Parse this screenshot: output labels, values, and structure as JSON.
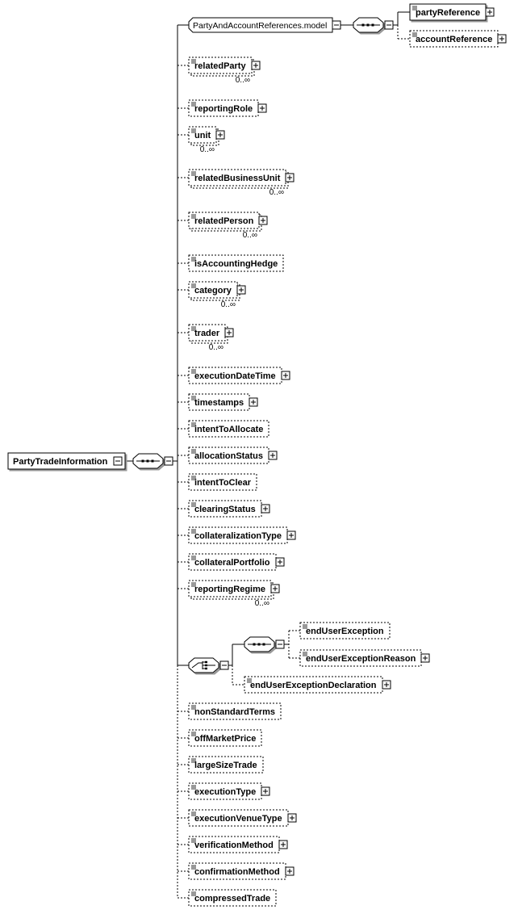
{
  "root": {
    "label": "PartyTradeInformation"
  },
  "model_group": {
    "label": "PartyAndAccountReferences.model"
  },
  "model_children": [
    {
      "label": "partyReference",
      "optional": false,
      "multi": false
    },
    {
      "label": "accountReference",
      "optional": true,
      "multi": false
    }
  ],
  "elements": [
    {
      "label": "relatedParty",
      "card": "0..∞"
    },
    {
      "label": "reportingRole",
      "card": ""
    },
    {
      "label": "unit",
      "card": "0..∞"
    },
    {
      "label": "relatedBusinessUnit",
      "card": "0..∞"
    },
    {
      "label": "relatedPerson",
      "card": "0..∞"
    },
    {
      "label": "isAccountingHedge",
      "card": "",
      "leaf": true
    },
    {
      "label": "category",
      "card": "0..∞"
    },
    {
      "label": "trader",
      "card": "0..∞"
    },
    {
      "label": "executionDateTime",
      "card": ""
    },
    {
      "label": "timestamps",
      "card": ""
    },
    {
      "label": "intentToAllocate",
      "card": "",
      "leaf": true
    },
    {
      "label": "allocationStatus",
      "card": ""
    },
    {
      "label": "intentToClear",
      "card": "",
      "leaf": true
    },
    {
      "label": "clearingStatus",
      "card": ""
    },
    {
      "label": "collateralizationType",
      "card": ""
    },
    {
      "label": "collateralPortfolio",
      "card": ""
    },
    {
      "label": "reportingRegime",
      "card": "0..∞"
    }
  ],
  "choice_group": {
    "sequence_children": [
      {
        "label": "endUserException",
        "leaf": true
      },
      {
        "label": "endUserExceptionReason",
        "leaf": false
      }
    ],
    "declaration": {
      "label": "endUserExceptionDeclaration"
    }
  },
  "tail_elements": [
    {
      "label": "nonStandardTerms",
      "leaf": true
    },
    {
      "label": "offMarketPrice",
      "leaf": true
    },
    {
      "label": "largeSizeTrade",
      "leaf": true
    },
    {
      "label": "executionType",
      "leaf": false
    },
    {
      "label": "executionVenueType",
      "leaf": false
    },
    {
      "label": "verificationMethod",
      "leaf": false
    },
    {
      "label": "confirmationMethod",
      "leaf": false
    },
    {
      "label": "compressedTrade",
      "leaf": true
    }
  ]
}
